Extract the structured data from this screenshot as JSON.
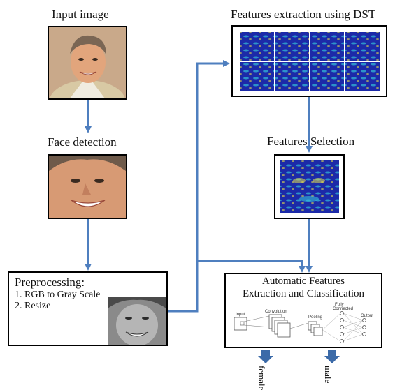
{
  "titles": {
    "input_image": "Input image",
    "face_detection": "Face detection",
    "features_extraction": "Features extraction using DST",
    "features_selection": "Features Selection"
  },
  "preprocessing": {
    "title": "Preprocessing:",
    "step1": "1. RGB to Gray Scale",
    "step2": "2. Resize"
  },
  "classification": {
    "title_line1": "Automatic Features",
    "title_line2": "Extraction and Classification",
    "cnn_labels": {
      "input": "Input",
      "convolution": "Convolution",
      "pooling": "Pooling",
      "fully_connected_1": "Fully",
      "fully_connected_2": "Connected",
      "output": "Output"
    }
  },
  "outputs": {
    "female": "female",
    "male": "male"
  },
  "colors": {
    "arrow": "#4f7fbf",
    "output_arrow": "#3b6aa8",
    "dst_bg": "#1c2aa8",
    "dst_accent": "#35c0d8"
  }
}
